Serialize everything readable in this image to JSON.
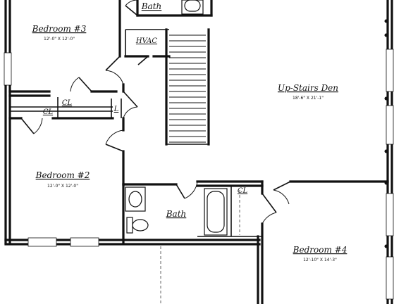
{
  "rooms": {
    "bath_top": {
      "name": "Bath"
    },
    "bedroom3": {
      "name": "Bedroom #3",
      "dims": "12'-0\" X 12'-0\""
    },
    "hvac": {
      "name": "HVAC"
    },
    "den": {
      "name": "Up-Stairs Den",
      "dims": "18'-6\" X 21'-1\""
    },
    "closet_a": {
      "name": "CL"
    },
    "closet_b": {
      "name": "CL"
    },
    "linen": {
      "name": "L"
    },
    "bedroom2": {
      "name": "Bedroom #2",
      "dims": "12'-0\" X 12'-0\""
    },
    "bath_mid": {
      "name": "Bath"
    },
    "closet_c": {
      "name": "CL"
    },
    "bedroom4": {
      "name": "Bedroom #4",
      "dims": "12'-10\" X 14'-3\""
    }
  }
}
